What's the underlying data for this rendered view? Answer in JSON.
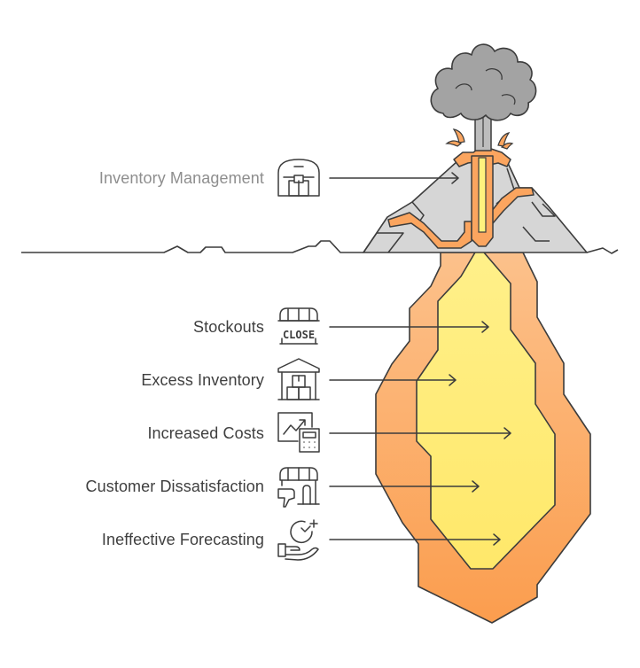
{
  "diagram": {
    "top_item": {
      "label": "Inventory Management",
      "icon": "warehouse-icon"
    },
    "hidden_items": [
      {
        "label": "Stockouts",
        "icon": "closed-store-icon"
      },
      {
        "label": "Excess Inventory",
        "icon": "overstock-warehouse-icon"
      },
      {
        "label": "Increased Costs",
        "icon": "cost-calculator-icon"
      },
      {
        "label": "Customer Dissatisfaction",
        "icon": "thumbs-down-store-icon"
      },
      {
        "label": "Ineffective Forecasting",
        "icon": "forecast-hand-icon"
      }
    ],
    "icon_sign_text": "CLOSE",
    "colors": {
      "mountain": "#d6d6d6",
      "lava_outer": "#fba55f",
      "lava_inner": "#fff27e",
      "smoke": "#a3a3a3",
      "outline": "#3c3c3c",
      "top_label": "#8e8e8e",
      "label": "#3f3f3f"
    }
  }
}
